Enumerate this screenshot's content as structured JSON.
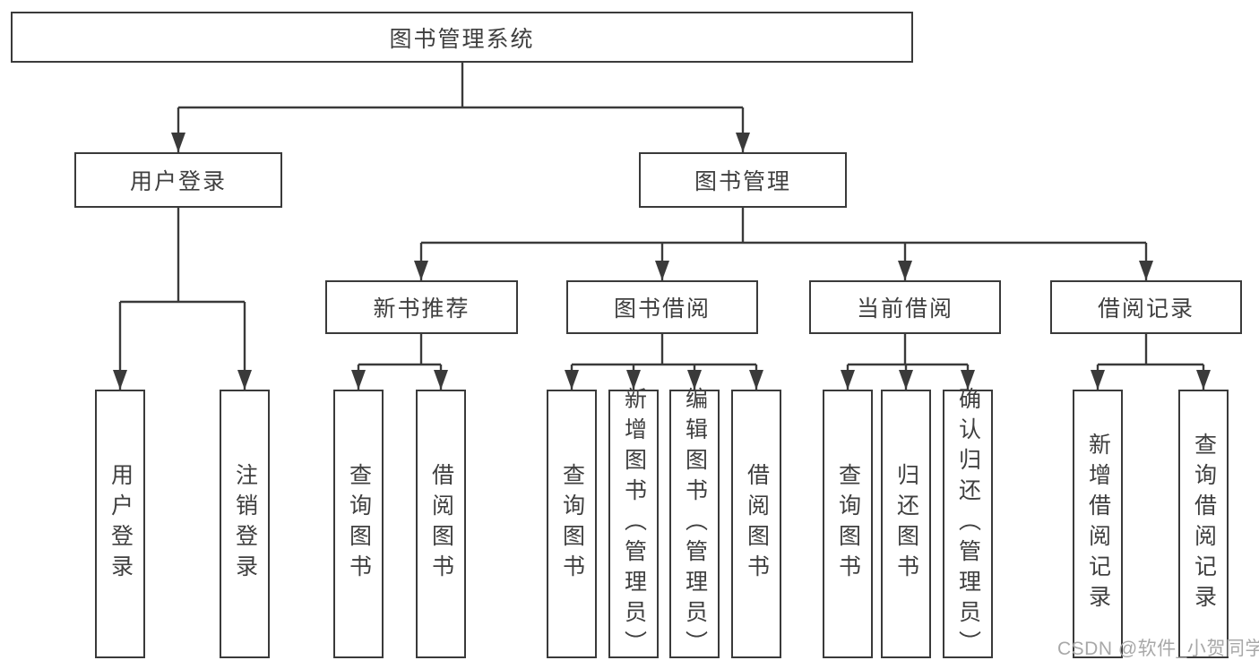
{
  "colors": {
    "line": "#3a3a3a",
    "border": "#3a3a3a",
    "text": "#3f3f3f",
    "background": "#ffffff",
    "watermark": "#a8a8a8"
  },
  "tree": {
    "root": {
      "label": "图书管理系统"
    },
    "branches": [
      {
        "label": "用户登录",
        "children": [
          {
            "label": "用户登录"
          },
          {
            "label": "注销登录"
          }
        ]
      },
      {
        "label": "图书管理",
        "children": [
          {
            "label": "新书推荐",
            "children": [
              {
                "label": "查询图书"
              },
              {
                "label": "借阅图书"
              }
            ]
          },
          {
            "label": "图书借阅",
            "children": [
              {
                "label": "查询图书"
              },
              {
                "label": "新增图书（管理员）"
              },
              {
                "label": "编辑图书（管理员）"
              },
              {
                "label": "借阅图书"
              }
            ]
          },
          {
            "label": "当前借阅",
            "children": [
              {
                "label": "查询图书"
              },
              {
                "label": "归还图书"
              },
              {
                "label": "确认归还（管理员）"
              }
            ]
          },
          {
            "label": "借阅记录",
            "children": [
              {
                "label": "新增借阅记录"
              },
              {
                "label": "查询借阅记录"
              }
            ]
          }
        ]
      }
    ]
  },
  "watermark": {
    "text": "CSDN @软件_小贺同学"
  }
}
